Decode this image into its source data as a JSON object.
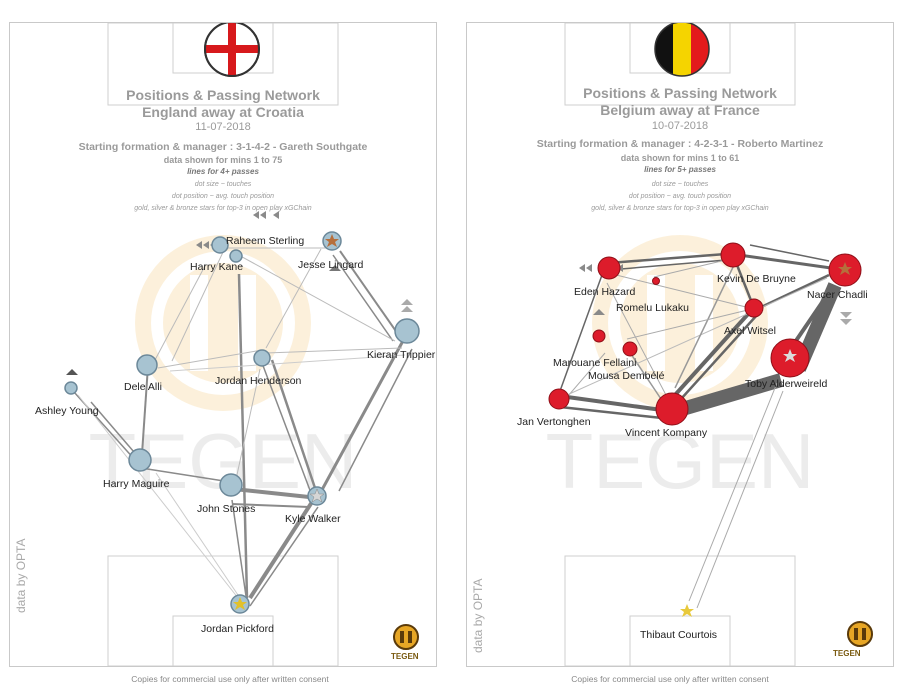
{
  "footer_text": "Copies for commercial use only after written consent",
  "watermark_text": "TEGEN",
  "panels": [
    {
      "flag": "england",
      "title": "Positions & Passing Network",
      "subtitle": "England  away at  Croatia",
      "date": "11-07-2018",
      "formation": "Starting formation & manager : 3-1-4-2 - Gareth Southgate",
      "minutes": "data shown for mins 1 to 75",
      "lines_note": "lines for 4+ passes",
      "note_size": "dot size ~ touches",
      "note_position": "dot position ~ avg. touch position",
      "note_stars": "gold, silver & bronze stars for top-3 in open play xGChain",
      "source": "data by OPTA",
      "brand": "TEGEN",
      "node_color": "#a7c3d1",
      "players": [
        {
          "name": "Raheem Sterling"
        },
        {
          "name": "Harry Kane"
        },
        {
          "name": "Jesse Lingard"
        },
        {
          "name": "Kieran Trippier"
        },
        {
          "name": "Dele Alli"
        },
        {
          "name": "Jordan Henderson"
        },
        {
          "name": "Ashley Young"
        },
        {
          "name": "Harry Maguire"
        },
        {
          "name": "John Stones"
        },
        {
          "name": "Kyle Walker"
        },
        {
          "name": "Jordan Pickford"
        }
      ]
    },
    {
      "flag": "belgium",
      "title": "Positions & Passing Network",
      "subtitle": "Belgium  away at  France",
      "date": "10-07-2018",
      "formation": "Starting formation & manager : 4-2-3-1 - Roberto Martinez",
      "minutes": "data shown for mins 1 to 61",
      "lines_note": "lines for 5+ passes",
      "note_size": "dot size ~ touches",
      "note_position": "dot position ~ avg. touch position",
      "note_stars": "gold, silver & bronze stars for top-3 in open play xGChain",
      "source": "data by OPTA",
      "brand": "TEGEN",
      "node_color": "#dd1c2b",
      "players": [
        {
          "name": "Eden Hazard"
        },
        {
          "name": "Kevin De Bruyne"
        },
        {
          "name": "Nacer Chadli"
        },
        {
          "name": "Romelu Lukaku"
        },
        {
          "name": "Axel Witsel"
        },
        {
          "name": "Marouane Fellaini"
        },
        {
          "name": "Mousa Dembélé"
        },
        {
          "name": "Toby Alderweireld"
        },
        {
          "name": "Jan Vertonghen"
        },
        {
          "name": "Vincent Kompany"
        },
        {
          "name": "Thibaut Courtois"
        }
      ]
    }
  ]
}
